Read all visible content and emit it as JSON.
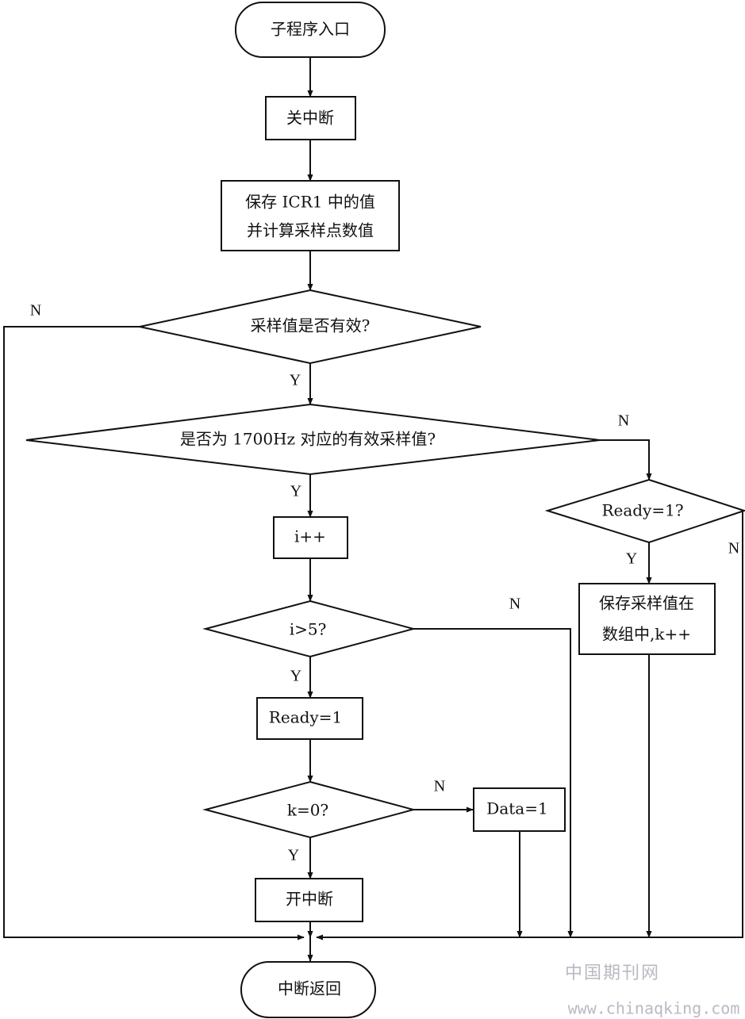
{
  "nodes": {
    "entry": "子程序入口",
    "disable_int": "关中断",
    "save_icr_1": "保存 ICR1 中的值",
    "save_icr_2": "并计算采样点数值",
    "valid_check": "采样值是否有效?",
    "freq_check": "是否为 1700Hz 对应的有效采样值?",
    "inc_i": "i++",
    "i_check": "i>5?",
    "set_ready": "Ready=1",
    "k_check": "k=0?",
    "set_data": "Data=1",
    "enable_int": "开中断",
    "ready_check": "Ready=1?",
    "save_sample_1": "保存采样值在",
    "save_sample_2": "数组中,k++",
    "return": "中断返回"
  },
  "branch_labels": {
    "yes": "Y",
    "no": "N"
  },
  "watermark": {
    "brand": "中国期刊网",
    "url": "www.chinaqking.com"
  }
}
